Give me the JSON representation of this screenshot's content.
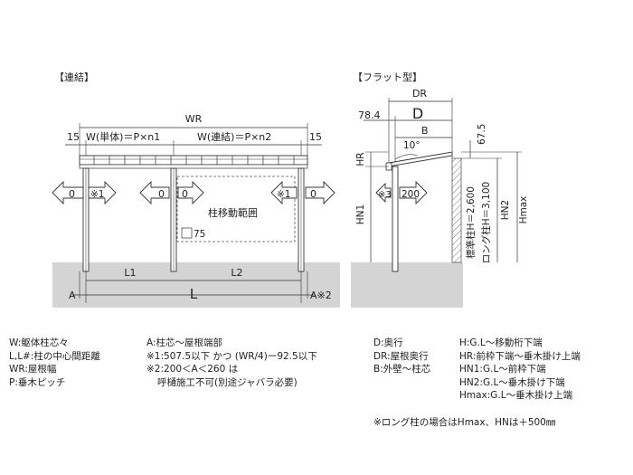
{
  "sections": {
    "connected_title": "【連結】",
    "flat_title": "【フラット型】"
  },
  "connected": {
    "wr": "WR",
    "left_edge": "15",
    "right_edge": "15",
    "w_single": "W(単体)＝P×n1",
    "w_connected": "W(連結)＝P×n2",
    "arrow_left_val": "0",
    "arrow_left_note": "※1",
    "arrow_mid_val": "0",
    "arrow_mid_val2": "0",
    "arrow_right_note": "※1",
    "arrow_right_val": "0",
    "move_range": "柱移動範囲",
    "dim_75": "75",
    "l1": "L1",
    "l2": "L2",
    "a_left": "A",
    "l": "L",
    "a_right": "A※2"
  },
  "flat": {
    "dr": "DR",
    "d": "D",
    "dim_784": "78.4",
    "b": "B",
    "angle": "10°",
    "dim_675": "67.5",
    "hr": "HR",
    "arrow_note": "※3",
    "arrow_val": "200",
    "hn1": "HN1",
    "std_post": "標準柱H＝2,600",
    "long_post": "ロング柱H＝3,100",
    "hn2": "HN2",
    "hmax": "Hmax"
  },
  "legend": {
    "col1": [
      "W:躯体柱芯々",
      "L,L#:柱の中心間距離",
      "WR:屋根幅",
      "P:垂木ピッチ"
    ],
    "col2": [
      "A:柱芯～屋根端部",
      "※1:507.5以下 かつ (WR/4)ー92.5以下",
      "※2:200＜A＜260 は",
      "呼樋施工不可(別途ジャバラ必要)"
    ],
    "col3": [
      "D:奥行",
      "DR:屋根奥行",
      "B:外壁～柱芯"
    ],
    "col4": [
      "H:G.L～移動桁下端",
      "HR:前枠下端～垂木掛け上端",
      "HN1:G.L～前枠下端",
      "HN2:G.L～垂木掛け下端",
      "Hmax:G.L～垂木掛け上端"
    ],
    "note": "※ロング柱の場合はHmax、HNは＋500㎜"
  },
  "colors": {
    "ground": "#d4d4d4",
    "line": "#333333",
    "arrow_fill": "#ffffff"
  }
}
